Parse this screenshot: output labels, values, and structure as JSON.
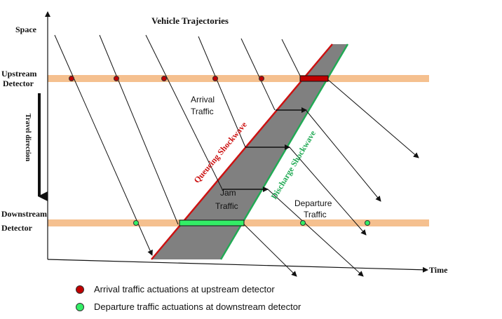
{
  "title": "Vehicle Trajectories",
  "axes": {
    "y_label": "Space",
    "x_label": "Time",
    "direction_label": "Travel direction"
  },
  "detectors": {
    "upstream": [
      "Upstream",
      "Detector"
    ],
    "downstream": [
      "Downstream",
      "Detector"
    ]
  },
  "labels": {
    "arrival": [
      "Arrival",
      "Traffic"
    ],
    "jam": [
      "Jam",
      "Traffic"
    ],
    "departure": [
      "Departure",
      "Traffic"
    ],
    "queueing": "Queueing Shockwave",
    "discharge": "Discharge Shockwave"
  },
  "legend": [
    {
      "label": "Arrival traffic actuations at upstream detector",
      "color": "#c00000"
    },
    {
      "label": "Departure traffic actuations at downstream detector",
      "color": "#33ee66"
    }
  ],
  "colors": {
    "detector_band": "#f5c08f",
    "jam_fill": "#808080",
    "queueing": "#cc1111",
    "discharge": "#22aa55",
    "arrival_marker": "#c00000",
    "departure_marker": "#33ee66"
  }
}
